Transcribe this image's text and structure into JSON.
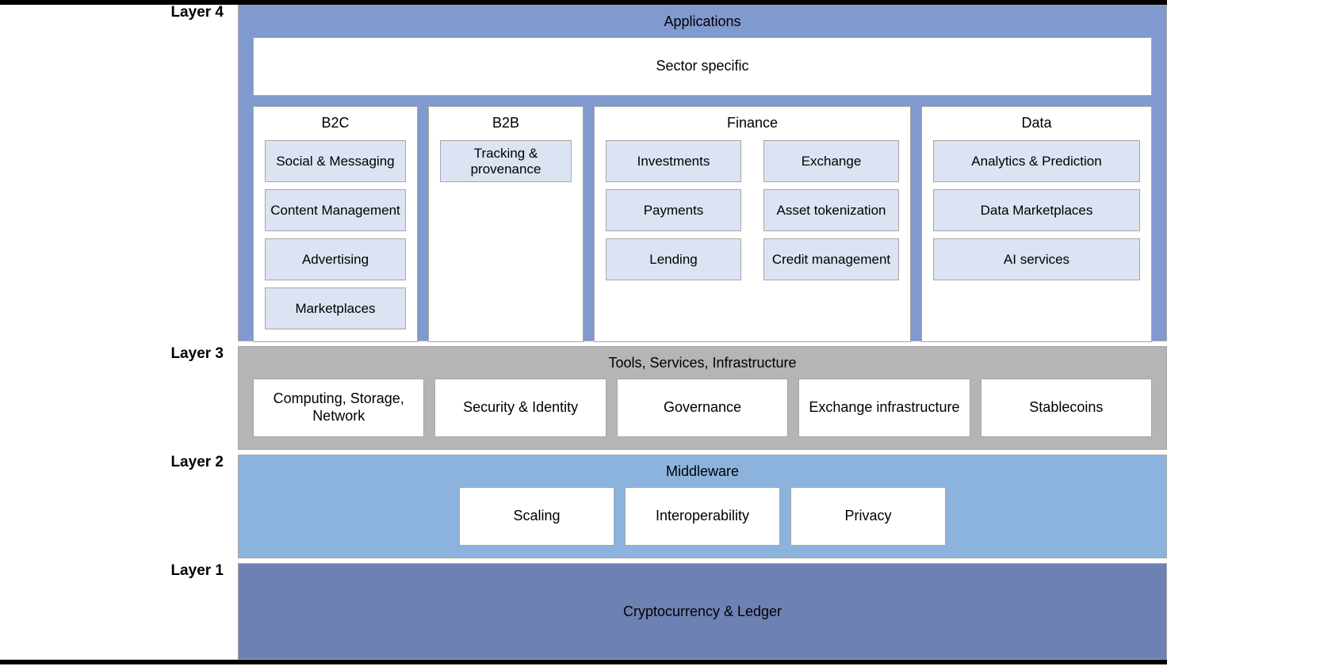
{
  "diagram": {
    "type": "layered-stack",
    "layers": [
      {
        "label": "Layer 4",
        "title": "Applications",
        "color": "#8099ce",
        "banner": "Sector specific",
        "categories": [
          {
            "name": "B2C",
            "items": [
              "Social & Messaging",
              "Content Management",
              "Advertising",
              "Marketplaces"
            ]
          },
          {
            "name": "B2B",
            "items": [
              "Tracking & provenance"
            ]
          },
          {
            "name": "Finance",
            "items_left": [
              "Investments",
              "Payments",
              "Lending"
            ],
            "items_right": [
              "Exchange",
              "Asset tokenization",
              "Credit management"
            ]
          },
          {
            "name": "Data",
            "items": [
              "Analytics & Prediction",
              "Data Marketplaces",
              "AI services"
            ]
          }
        ]
      },
      {
        "label": "Layer 3",
        "title": "Tools, Services, Infrastructure",
        "color": "#b5b5b5",
        "items": [
          "Computing, Storage, Network",
          "Security & Identity",
          "Governance",
          "Exchange infrastructure",
          "Stablecoins"
        ]
      },
      {
        "label": "Layer 2",
        "title": "Middleware",
        "color": "#8bb3dd",
        "items": [
          "Scaling",
          "Interoperability",
          "Privacy"
        ]
      },
      {
        "label": "Layer 1",
        "title": "Cryptocurrency & Ledger",
        "color": "#6e81b3",
        "items": []
      }
    ],
    "palette": {
      "chip_fill": "#dce3f2",
      "chip_border": "#a6a6a6",
      "box_fill": "#ffffff",
      "rule": "#000000"
    }
  }
}
